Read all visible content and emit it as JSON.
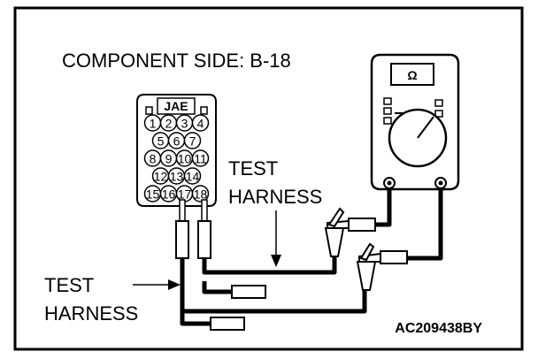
{
  "diagram": {
    "title": "COMPONENT SIDE: B-18",
    "connector_maker": "JAE",
    "pins": [
      "1",
      "2",
      "3",
      "4",
      "5",
      "6",
      "7",
      "8",
      "9",
      "10",
      "11",
      "12",
      "13",
      "14",
      "15",
      "16",
      "17",
      "18"
    ],
    "test_harness_label_line1": "TEST",
    "test_harness_label_line2": "HARNESS",
    "meter_symbol": "Ω",
    "figure_code": "AC209438BY"
  },
  "colors": {
    "ink": "#000000",
    "paper": "#ffffff"
  }
}
